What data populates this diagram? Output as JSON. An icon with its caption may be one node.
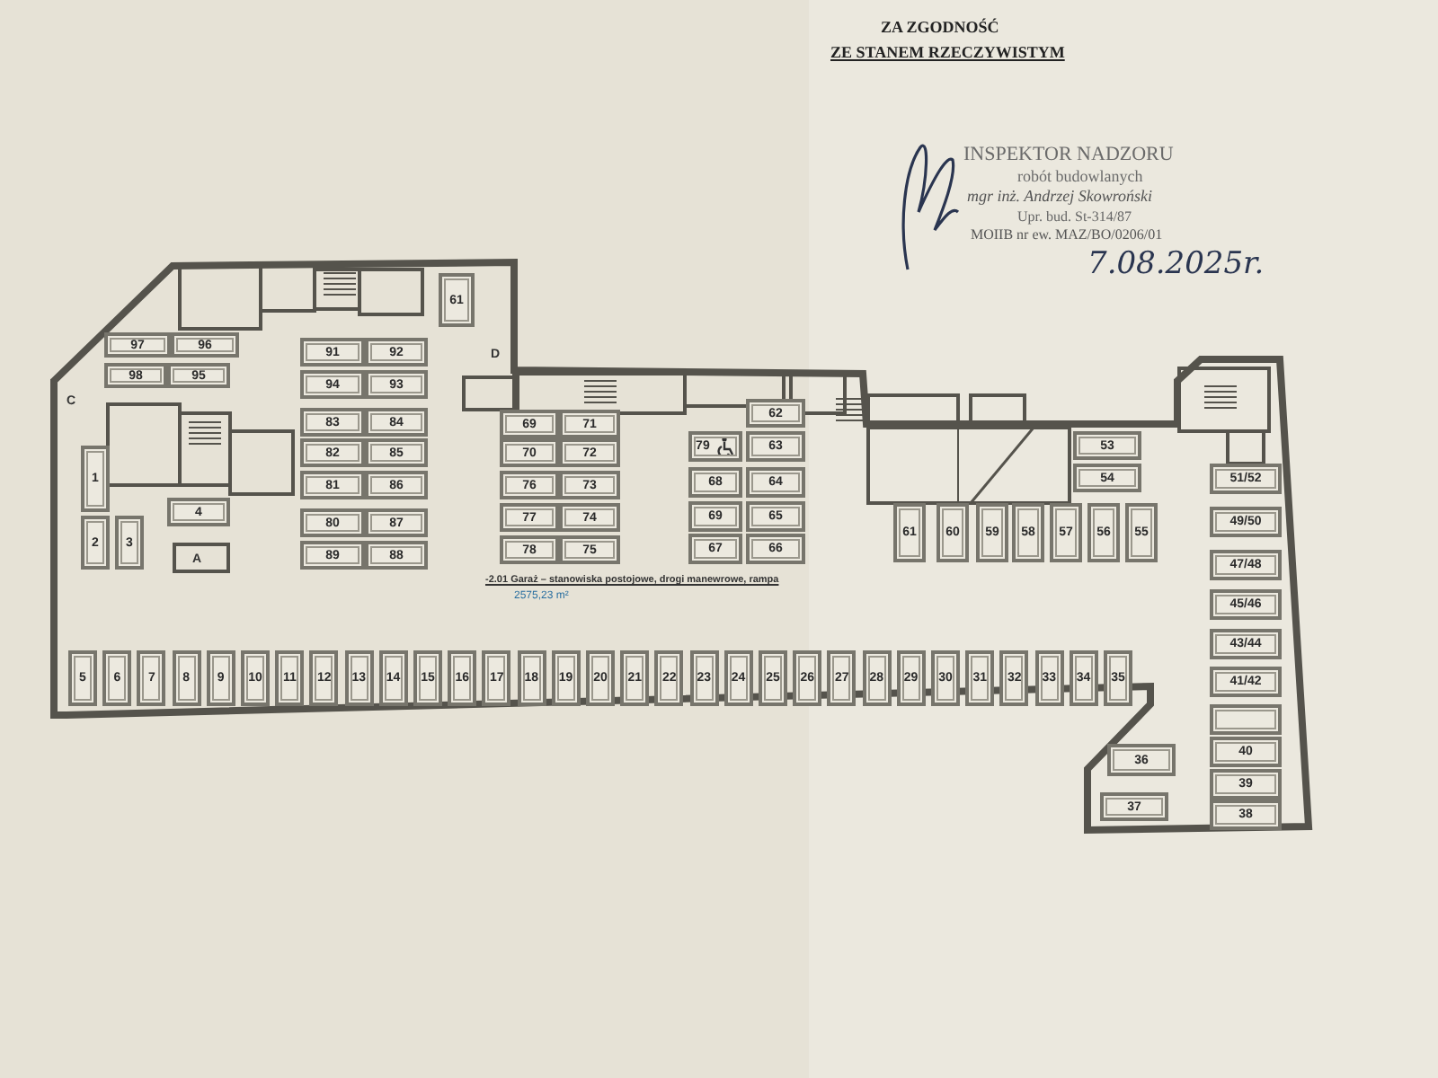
{
  "diagram": {
    "nodes": [
      {
        "text": [
          "61"
        ]
      },
      {
        "text": [
          "97"
        ]
      },
      {
        "text": [
          "96"
        ]
      },
      {
        "text": [
          "98"
        ]
      },
      {
        "text": [
          "95"
        ]
      },
      {
        "text": [
          "1"
        ]
      },
      {
        "text": [
          "2"
        ]
      },
      {
        "text": [
          "3"
        ]
      },
      {
        "text": [
          "4"
        ]
      },
      {
        "text": [
          "91"
        ]
      },
      {
        "text": [
          "92"
        ]
      },
      {
        "text": [
          "94"
        ]
      },
      {
        "text": [
          "93"
        ]
      },
      {
        "text": [
          "83"
        ]
      },
      {
        "text": [
          "84"
        ]
      },
      {
        "text": [
          "82"
        ]
      },
      {
        "text": [
          "85"
        ]
      },
      {
        "text": [
          "81"
        ]
      },
      {
        "text": [
          "86"
        ]
      },
      {
        "text": [
          "80"
        ]
      },
      {
        "text": [
          "87"
        ]
      },
      {
        "text": [
          "89"
        ]
      },
      {
        "text": [
          "88"
        ]
      },
      {
        "text": [
          "69"
        ]
      },
      {
        "text": [
          "71"
        ]
      },
      {
        "text": [
          "70"
        ]
      },
      {
        "text": [
          "72"
        ]
      },
      {
        "text": [
          "76"
        ]
      },
      {
        "text": [
          "73"
        ]
      },
      {
        "text": [
          "77"
        ]
      },
      {
        "text": [
          "74"
        ]
      },
      {
        "text": [
          "78"
        ]
      },
      {
        "text": [
          "75"
        ]
      },
      {
        "text": [
          "62"
        ]
      },
      {
        "text": [
          "79"
        ]
      },
      {
        "text": [
          "63"
        ]
      },
      {
        "text": [
          "68"
        ]
      },
      {
        "text": [
          "64"
        ]
      },
      {
        "text": [
          "69"
        ]
      },
      {
        "text": [
          "65"
        ]
      },
      {
        "text": [
          "67"
        ]
      },
      {
        "text": [
          "66"
        ]
      },
      {
        "text": [
          "53"
        ]
      },
      {
        "text": [
          "54"
        ]
      },
      {
        "text": [
          "61"
        ]
      },
      {
        "text": [
          "60"
        ]
      },
      {
        "text": [
          "59"
        ]
      },
      {
        "text": [
          "58"
        ]
      },
      {
        "text": [
          "57"
        ]
      },
      {
        "text": [
          "56"
        ]
      },
      {
        "text": [
          "55"
        ]
      },
      {
        "text": [
          "51/52"
        ]
      },
      {
        "text": [
          "49/50"
        ]
      },
      {
        "text": [
          "47/48"
        ]
      },
      {
        "text": [
          "45/46"
        ]
      },
      {
        "text": [
          "43/44"
        ]
      },
      {
        "text": [
          "41/42"
        ]
      },
      {
        "text": [],
        "shape": "box"
      },
      {
        "text": [
          "40"
        ]
      },
      {
        "text": [
          "39"
        ]
      },
      {
        "text": [
          "38"
        ]
      },
      {
        "text": [
          "36"
        ]
      },
      {
        "text": [
          "37"
        ]
      },
      {
        "text": [
          "5"
        ]
      },
      {
        "text": [
          "6"
        ]
      },
      {
        "text": [
          "7"
        ]
      },
      {
        "text": [
          "8"
        ]
      },
      {
        "text": [
          "9"
        ]
      },
      {
        "text": [
          "10"
        ]
      },
      {
        "text": [
          "11"
        ]
      },
      {
        "text": [
          "12"
        ]
      },
      {
        "text": [
          "13"
        ]
      },
      {
        "text": [
          "14"
        ]
      },
      {
        "text": [
          "15"
        ]
      },
      {
        "text": [
          "16"
        ]
      },
      {
        "text": [
          "17"
        ]
      },
      {
        "text": [
          "18"
        ]
      },
      {
        "text": [
          "19"
        ]
      },
      {
        "text": [
          "20"
        ]
      },
      {
        "text": [
          "21"
        ]
      },
      {
        "text": [
          "22"
        ]
      },
      {
        "text": [
          "23"
        ]
      },
      {
        "text": [
          "24"
        ]
      },
      {
        "text": [
          "25"
        ]
      },
      {
        "text": [
          "26"
        ]
      },
      {
        "text": [
          "27"
        ]
      },
      {
        "text": [
          "28"
        ]
      },
      {
        "text": [
          "29"
        ]
      },
      {
        "text": [
          "30"
        ]
      },
      {
        "text": [
          "31"
        ]
      },
      {
        "text": [
          "32"
        ]
      },
      {
        "text": [
          "33"
        ]
      },
      {
        "text": [
          "34"
        ]
      },
      {
        "text": [
          "35"
        ]
      }
    ],
    "labels": [
      "ZA ZGODNOŚĆ",
      "ZE STANEM RZECZYWISTYM",
      "INSPEKTOR NADZORU",
      "robót budowlanych",
      "mgr inż. Andrzej Skowroński",
      "Upr. bud. St-314/87",
      "MOIIB nr ew. MAZ/BO/0206/01",
      "7.08.2025r.",
      "-2.01 Garaż – stanowiska postojowe, drogi manewrowe, rampa",
      "2575,23 m²",
      "C",
      "D",
      "A"
    ]
  }
}
